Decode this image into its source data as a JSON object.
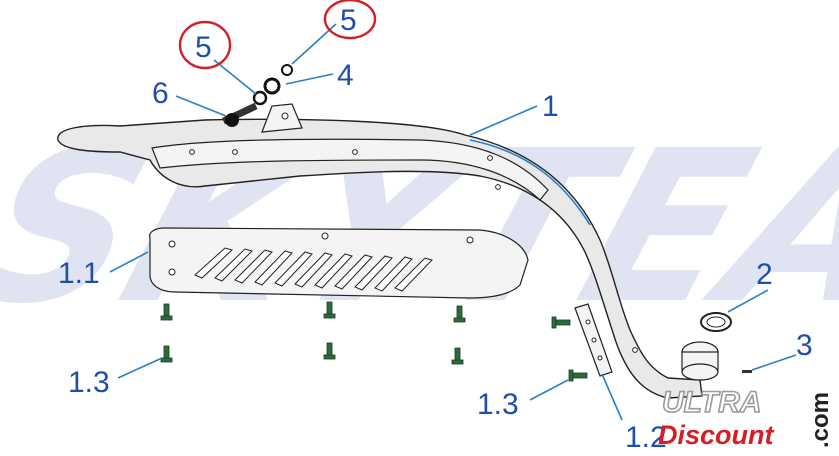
{
  "watermark": {
    "text": "SKYTEAM"
  },
  "callouts": {
    "c1": "1",
    "c1_1": "1.1",
    "c1_2": "1.2",
    "c1_3a": "1.3",
    "c1_3b": "1.3",
    "c2": "2",
    "c3": "3",
    "c4": "4",
    "c5a": "5",
    "c5b": "5",
    "c6": "6"
  },
  "logo": {
    "line1": "ULTRA",
    "line2": "Discount",
    "suffix": ".com",
    "accent_color": "#d41f26",
    "outline_color": "#9a9a9a"
  },
  "colors": {
    "callout_text": "#1f4fa8",
    "leader_line": "#2a7fc7",
    "highlight_circle": "#d41f26",
    "bolt": "#2e6b3c"
  }
}
